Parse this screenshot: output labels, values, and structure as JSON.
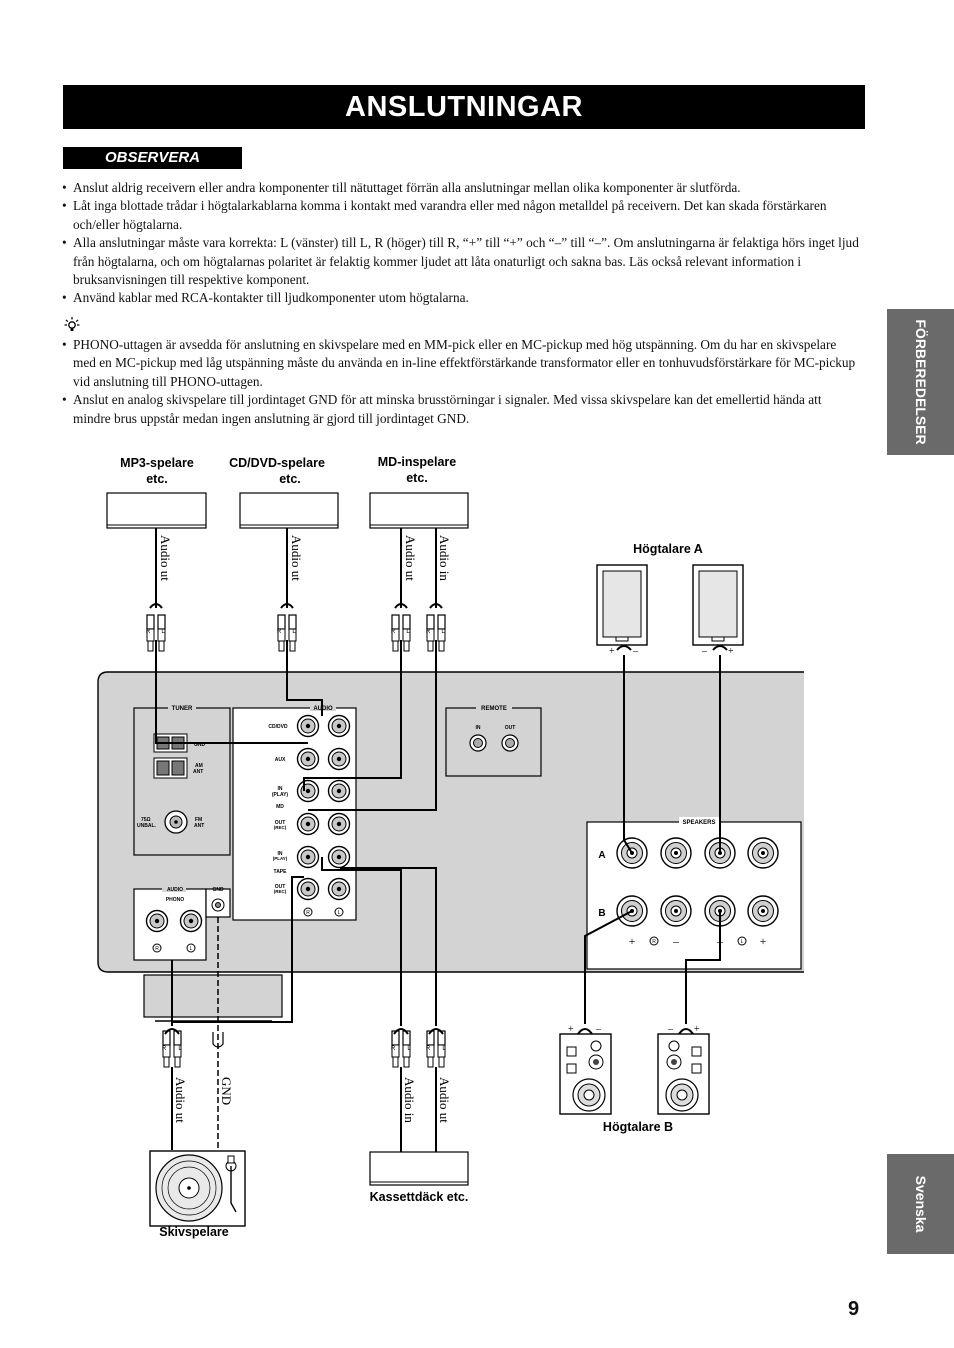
{
  "title": "ANSLUTNINGAR",
  "observera_label": "OBSERVERA",
  "observera_items": [
    "Anslut aldrig receivern eller andra komponenter till nätuttaget förrän alla anslutningar mellan olika komponenter är slutförda.",
    "Låt inga blottade trådar i högtalarkablarna komma i kontakt med varandra eller med någon metalldel på receivern. Det kan skada förstärkaren och/eller högtalarna.",
    "Alla anslutningar måste vara korrekta: L (vänster) till L, R (höger) till R, “+” till “+” och “–” till “–”. Om anslutningarna är felaktiga hörs inget ljud från högtalarna, och om högtalarnas polaritet är felaktig kommer ljudet att låta onaturligt och sakna bas. Läs också relevant information i bruksanvisningen till respektive komponent.",
    "Använd kablar med RCA-kontakter till ljudkomponenter utom högtalarna."
  ],
  "tip_items": [
    "PHONO-uttagen är avsedda för anslutning en skivspelare med en MM-pick eller en MC-pickup med hög utspänning. Om du har en skivspelare med en MC-pickup med låg utspänning måste du använda en in-line effektförstärkande transformator eller en tonhuvudsförstärkare för MC-pickup vid anslutning till PHONO-uttagen.",
    "Anslut en analog skivspelare till jordintaget GND för att minska brusstörningar i signaler. Med vissa skivspelare kan det emellertid hända att mindre brus uppstår medan ingen anslutning är gjord till jordintaget GND."
  ],
  "side_tabs": {
    "section": "FÖRBEREDELSER",
    "language": "Svenska"
  },
  "page_number": "9",
  "diagram": {
    "device_mp3": [
      "MP3-spelare",
      "etc."
    ],
    "device_cd": [
      "CD/DVD-spelare",
      "etc."
    ],
    "device_md": [
      "MD-inspelare",
      "etc."
    ],
    "speakers_a": "Högtalare A",
    "speakers_b": "Högtalare B",
    "turntable": "Skivspelare",
    "cassette": "Kassettdäck etc.",
    "audio_out": "Audio ut",
    "audio_in": "Audio in",
    "gnd": "GND",
    "rca_r": "R",
    "rca_l": "L",
    "plus": "+",
    "minus": "–",
    "panel": {
      "tuner": "TUNER",
      "gnd": "GND",
      "am_ant": [
        "AM",
        "ANT"
      ],
      "unbal": [
        "75Ω",
        "UNBAL."
      ],
      "fm_ant": [
        "FM",
        "ANT"
      ],
      "audio": "AUDIO",
      "phono": "PHONO",
      "cd_dvd": "CD/DVD",
      "aux": "AUX",
      "in_play": [
        "IN",
        "(PLAY)"
      ],
      "md": "MD",
      "out_rec": [
        "OUT",
        "(REC)"
      ],
      "tape": "TAPE",
      "remote": "REMOTE",
      "in": "IN",
      "out": "OUT",
      "speakers": "SPEAKERS",
      "row_a": "A",
      "row_b": "B",
      "r_mark": "R",
      "l_mark": "L"
    }
  }
}
